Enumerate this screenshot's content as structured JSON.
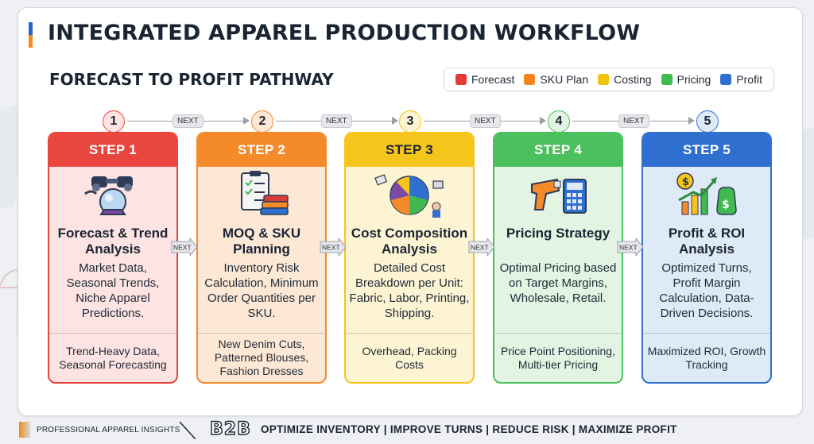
{
  "header": {
    "title": "INTEGRATED APPAREL PRODUCTION WORKFLOW",
    "subtitle": "FORECAST TO PROFIT PATHWAY"
  },
  "legend": [
    {
      "label": "Forecast",
      "color": "#e53935"
    },
    {
      "label": "SKU Plan",
      "color": "#f5841f"
    },
    {
      "label": "Costing",
      "color": "#f2c314"
    },
    {
      "label": "Pricing",
      "color": "#3fb950"
    },
    {
      "label": "Profit",
      "color": "#2f6fd0"
    }
  ],
  "connector_label": "NEXT",
  "steps": [
    {
      "number": "1",
      "header": "STEP 1",
      "title": "Forecast & Trend Analysis",
      "description": "Market Data, Seasonal Trends, Niche Apparel Predictions.",
      "footer": "Trend-Heavy Data, Seasonal Forecasting",
      "icon": "binoculars-crystal-ball-icon",
      "colors": {
        "head": "#e8463f",
        "body": "#fde4e2",
        "border": "#e8463f",
        "headText": "#ffffff"
      }
    },
    {
      "number": "2",
      "header": "STEP 2",
      "title": "MOQ & SKU Planning",
      "description": "Inventory Risk Calculation, Minimum Order Quantities per SKU.",
      "footer": "New Denim Cuts, Patterned Blouses, Fashion Dresses",
      "icon": "clipboard-fabric-icon",
      "colors": {
        "head": "#f58a2a",
        "body": "#fde8d6",
        "border": "#f58a2a",
        "headText": "#ffffff"
      }
    },
    {
      "number": "3",
      "header": "STEP 3",
      "title": "Cost Composition Analysis",
      "description": "Detailed Cost Breakdown per Unit: Fabric, Labor, Printing, Shipping.",
      "footer": "Overhead, Packing Costs",
      "icon": "pie-chart-icon",
      "colors": {
        "head": "#f6c51c",
        "body": "#fdf4d3",
        "border": "#f6c51c",
        "headText": "#1b2433"
      }
    },
    {
      "number": "4",
      "header": "STEP 4",
      "title": "Pricing Strategy",
      "description": "Optimal Pricing based on Target Margins, Wholesale, Retail.",
      "footer": "Price Point Positioning, Multi-tier Pricing",
      "icon": "price-gun-calculator-icon",
      "colors": {
        "head": "#4cbf5f",
        "body": "#e3f5e2",
        "border": "#4cbf5f",
        "headText": "#ffffff"
      }
    },
    {
      "number": "5",
      "header": "STEP 5",
      "title": "Profit & ROI Analysis",
      "description": "Optimized Turns, Profit Margin Calculation, Data-Driven Decisions.",
      "footer": "Maximized ROI, Growth Tracking",
      "icon": "growth-money-icon",
      "colors": {
        "head": "#2f6fd0",
        "body": "#dfeaf8",
        "border": "#2f6fd0",
        "headText": "#ffffff"
      }
    }
  ],
  "footer": {
    "brand": "PROFESSIONAL APPAREL INSIGHTS",
    "b2b": "B2B",
    "tagline": "OPTIMIZE INVENTORY | IMPROVE TURNS | REDUCE RISK | MAXIMIZE PROFIT"
  }
}
